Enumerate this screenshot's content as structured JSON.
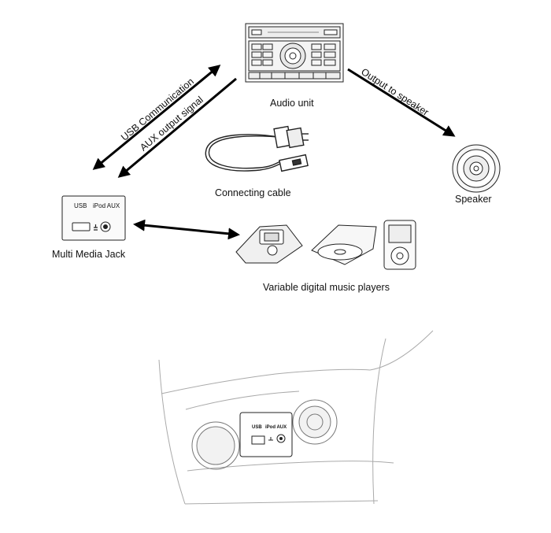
{
  "labels": {
    "audio_unit": "Audio unit",
    "output_to_speaker": "Output to speaker",
    "usb_communication": "USB Communication",
    "aux_output_signal": "AUX output signal",
    "connecting_cable": "Connecting cable",
    "speaker": "Speaker",
    "multi_media_jack": "Multi Media Jack",
    "players": "Variable digital music players"
  },
  "jack_panel": {
    "usb": "USB",
    "ipod_aux": "iPod AUX"
  },
  "console_panel": {
    "usb": "USB",
    "ipod_aux": "iPod AUX"
  }
}
